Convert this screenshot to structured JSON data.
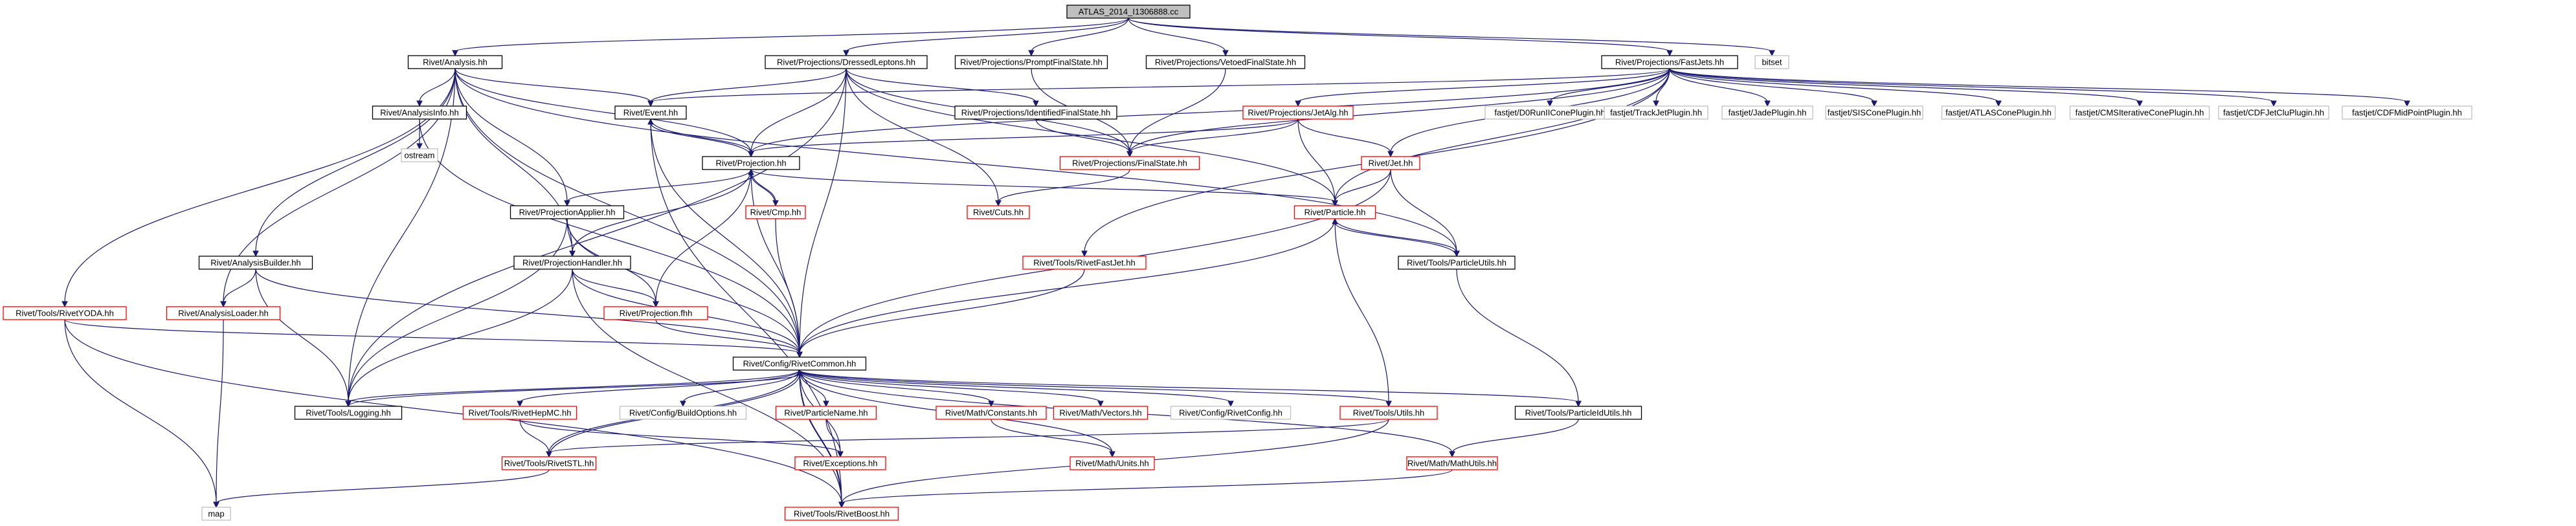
{
  "colors": {
    "edge": "#191970",
    "root_fill": "#bfbfbf",
    "normal_border": "#000000",
    "external_border": "#ff0000",
    "system_border": "#bfbfbf"
  },
  "nodes": {
    "root": "ATLAS_2014_I1306888.cc",
    "analysis": "Rivet/Analysis.hh",
    "dressed": "Rivet/Projections/DressedLeptons.hh",
    "prompt": "Rivet/Projections/PromptFinalState.hh",
    "vetoed": "Rivet/Projections/VetoedFinalState.hh",
    "fastjets": "Rivet/Projections/FastJets.hh",
    "bitset": "bitset",
    "rivetyoda": "Rivet/Tools/RivetYODA.hh",
    "analysisinfo": "Rivet/AnalysisInfo.hh",
    "ostream": "ostream",
    "event": "Rivet/Event.hh",
    "identified": "Rivet/Projections/IdentifiedFinalState.hh",
    "jetalg": "Rivet/Projections/JetAlg.hh",
    "d0run": "fastjet/D0RunIIConePlugin.hh",
    "trackjet": "fastjet/TrackJetPlugin.hh",
    "jade": "fastjet/JadePlugin.hh",
    "siscone": "fastjet/SISConePlugin.hh",
    "atlascone": "fastjet/ATLASConePlugin.hh",
    "cms": "fastjet/CMSIterativeConePlugin.hh",
    "cdfjetclu": "fastjet/CDFJetCluPlugin.hh",
    "cdfmid": "fastjet/CDFMidPointPlugin.hh",
    "projection": "Rivet/Projection.hh",
    "finalstate": "Rivet/Projections/FinalState.hh",
    "jet": "Rivet/Jet.hh",
    "cmp": "Rivet/Cmp.hh",
    "cuts": "Rivet/Cuts.hh",
    "projapplier": "Rivet/ProjectionApplier.hh",
    "particle": "Rivet/Particle.hh",
    "analysisbuilder": "Rivet/AnalysisBuilder.hh",
    "projhandler": "Rivet/ProjectionHandler.hh",
    "rivetfastjet": "Rivet/Tools/RivetFastJet.hh",
    "particleutils": "Rivet/Tools/ParticleUtils.hh",
    "analysisloader": "Rivet/AnalysisLoader.hh",
    "projfhh": "Rivet/Projection.fhh",
    "rivetcommon": "Rivet/Config/RivetCommon.hh",
    "logging": "Rivet/Tools/Logging.hh",
    "buildoptions": "Rivet/Config/BuildOptions.hh",
    "rivethepmc": "Rivet/Tools/RivetHepMC.hh",
    "particlename": "Rivet/ParticleName.hh",
    "mathconst": "Rivet/Math/Constants.hh",
    "mathvectors": "Rivet/Math/Vectors.hh",
    "rivetconfig": "Rivet/Config/RivetConfig.hh",
    "toolsutils": "Rivet/Tools/Utils.hh",
    "particleidutils": "Rivet/Tools/ParticleIdUtils.hh",
    "rivetstl": "Rivet/Tools/RivetSTL.hh",
    "exceptions": "Rivet/Exceptions.hh",
    "mathunits": "Rivet/Math/Units.hh",
    "mathutils": "Rivet/Math/MathUtils.hh",
    "map": "map",
    "rivetboost": "Rivet/Tools/RivetBoost.hh"
  },
  "node_kinds": {
    "root": "root",
    "analysis": "normal",
    "dressed": "normal",
    "prompt": "normal",
    "vetoed": "normal",
    "fastjets": "normal",
    "bitset": "system",
    "rivetyoda": "external",
    "analysisinfo": "normal",
    "ostream": "system",
    "event": "normal",
    "identified": "normal",
    "jetalg": "external",
    "d0run": "system",
    "trackjet": "system",
    "jade": "system",
    "siscone": "system",
    "atlascone": "system",
    "cms": "system",
    "cdfjetclu": "system",
    "cdfmid": "system",
    "projection": "normal",
    "finalstate": "external",
    "jet": "external",
    "cmp": "external",
    "cuts": "external",
    "projapplier": "normal",
    "particle": "external",
    "analysisbuilder": "normal",
    "projhandler": "normal",
    "rivetfastjet": "external",
    "particleutils": "normal",
    "analysisloader": "external",
    "projfhh": "external",
    "rivetcommon": "normal",
    "logging": "normal",
    "buildoptions": "system",
    "rivethepmc": "external",
    "particlename": "external",
    "mathconst": "external",
    "mathvectors": "external",
    "rivetconfig": "system",
    "toolsutils": "external",
    "particleidutils": "normal",
    "rivetstl": "external",
    "exceptions": "external",
    "mathunits": "external",
    "mathutils": "external",
    "map": "system",
    "rivetboost": "external"
  },
  "edges": [
    [
      "root",
      "analysis"
    ],
    [
      "root",
      "dressed"
    ],
    [
      "root",
      "prompt"
    ],
    [
      "root",
      "vetoed"
    ],
    [
      "root",
      "fastjets"
    ],
    [
      "root",
      "bitset"
    ],
    [
      "analysis",
      "rivetyoda"
    ],
    [
      "analysis",
      "analysisinfo"
    ],
    [
      "analysis",
      "event"
    ],
    [
      "analysis",
      "projection"
    ],
    [
      "analysis",
      "projapplier"
    ],
    [
      "analysis",
      "projhandler"
    ],
    [
      "analysis",
      "analysisbuilder"
    ],
    [
      "analysis",
      "analysisloader"
    ],
    [
      "analysis",
      "rivetcommon"
    ],
    [
      "analysis",
      "logging"
    ],
    [
      "analysis",
      "particleutils"
    ],
    [
      "dressed",
      "event"
    ],
    [
      "dressed",
      "identified"
    ],
    [
      "dressed",
      "finalstate"
    ],
    [
      "dressed",
      "projection"
    ],
    [
      "dressed",
      "particle"
    ],
    [
      "dressed",
      "cuts"
    ],
    [
      "dressed",
      "rivetcommon"
    ],
    [
      "dressed",
      "logging"
    ],
    [
      "prompt",
      "finalstate"
    ],
    [
      "vetoed",
      "finalstate"
    ],
    [
      "fastjets",
      "jetalg"
    ],
    [
      "fastjets",
      "projection"
    ],
    [
      "fastjets",
      "finalstate"
    ],
    [
      "fastjets",
      "jet"
    ],
    [
      "fastjets",
      "particle"
    ],
    [
      "fastjets",
      "rivetfastjet"
    ],
    [
      "fastjets",
      "d0run"
    ],
    [
      "fastjets",
      "trackjet"
    ],
    [
      "fastjets",
      "jade"
    ],
    [
      "fastjets",
      "siscone"
    ],
    [
      "fastjets",
      "atlascone"
    ],
    [
      "fastjets",
      "cms"
    ],
    [
      "fastjets",
      "cdfjetclu"
    ],
    [
      "fastjets",
      "cdfmid"
    ],
    [
      "fastjets",
      "event"
    ],
    [
      "analysisinfo",
      "ostream"
    ],
    [
      "analysisinfo",
      "rivetcommon"
    ],
    [
      "event",
      "projection"
    ],
    [
      "event",
      "rivetcommon"
    ],
    [
      "event",
      "rivetboost"
    ],
    [
      "identified",
      "finalstate"
    ],
    [
      "jetalg",
      "projection"
    ],
    [
      "jetalg",
      "finalstate"
    ],
    [
      "jetalg",
      "jet"
    ],
    [
      "jetalg",
      "particle"
    ],
    [
      "projection",
      "event"
    ],
    [
      "projection",
      "projapplier"
    ],
    [
      "projection",
      "projhandler"
    ],
    [
      "projection",
      "cmp"
    ],
    [
      "projection",
      "particle"
    ],
    [
      "projection",
      "projfhh"
    ],
    [
      "projection",
      "rivetcommon"
    ],
    [
      "finalstate",
      "cuts"
    ],
    [
      "jet",
      "particle"
    ],
    [
      "jet",
      "particleutils"
    ],
    [
      "jet",
      "rivetcommon"
    ],
    [
      "cmp",
      "projection"
    ],
    [
      "cmp",
      "rivetcommon"
    ],
    [
      "projapplier",
      "projhandler"
    ],
    [
      "projapplier",
      "projfhh"
    ],
    [
      "projapplier",
      "rivetcommon"
    ],
    [
      "projapplier",
      "logging"
    ],
    [
      "particle",
      "particleutils"
    ],
    [
      "particle",
      "rivetcommon"
    ],
    [
      "particle",
      "toolsutils"
    ],
    [
      "analysisbuilder",
      "analysisloader"
    ],
    [
      "analysisbuilder",
      "rivetcommon"
    ],
    [
      "analysisbuilder",
      "logging"
    ],
    [
      "projhandler",
      "projfhh"
    ],
    [
      "projhandler",
      "rivetcommon"
    ],
    [
      "projhandler",
      "logging"
    ],
    [
      "projhandler",
      "rivetboost"
    ],
    [
      "rivetfastjet",
      "rivetcommon"
    ],
    [
      "particleutils",
      "particle"
    ],
    [
      "particleutils",
      "particleidutils"
    ],
    [
      "analysisloader",
      "map"
    ],
    [
      "rivetyoda",
      "rivetcommon"
    ],
    [
      "rivetyoda",
      "map"
    ],
    [
      "rivetyoda",
      "rivetboost"
    ],
    [
      "projfhh",
      "rivetcommon"
    ],
    [
      "rivetcommon",
      "logging"
    ],
    [
      "rivetcommon",
      "buildoptions"
    ],
    [
      "rivetcommon",
      "rivethepmc"
    ],
    [
      "rivetcommon",
      "particlename"
    ],
    [
      "rivetcommon",
      "mathconst"
    ],
    [
      "rivetcommon",
      "mathvectors"
    ],
    [
      "rivetcommon",
      "rivetconfig"
    ],
    [
      "rivetcommon",
      "toolsutils"
    ],
    [
      "rivetcommon",
      "particleidutils"
    ],
    [
      "rivetcommon",
      "rivetstl"
    ],
    [
      "rivetcommon",
      "exceptions"
    ],
    [
      "rivetcommon",
      "mathunits"
    ],
    [
      "rivetcommon",
      "mathutils"
    ],
    [
      "rivetcommon",
      "rivetboost"
    ],
    [
      "logging",
      "rivetcommon"
    ],
    [
      "rivethepmc",
      "rivetstl"
    ],
    [
      "rivethepmc",
      "exceptions"
    ],
    [
      "particlename",
      "exceptions"
    ],
    [
      "mathconst",
      "mathunits"
    ],
    [
      "toolsutils",
      "rivetstl"
    ],
    [
      "toolsutils",
      "rivetboost"
    ],
    [
      "particleidutils",
      "mathutils"
    ],
    [
      "rivetstl",
      "map"
    ],
    [
      "mathutils",
      "rivetboost"
    ],
    [
      "rivetboost",
      "rivetcommon"
    ],
    [
      "rivetstl",
      "rivetcommon"
    ]
  ]
}
